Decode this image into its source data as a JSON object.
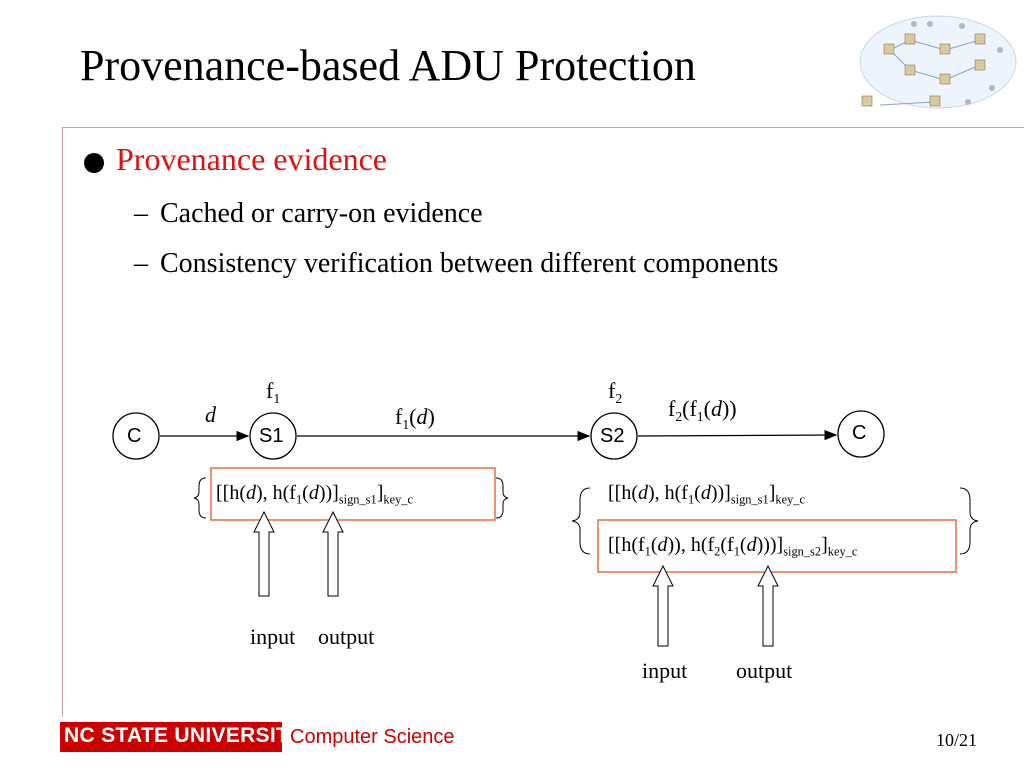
{
  "slide": {
    "title": "Provenance-based ADU Protection",
    "bullet": "Provenance evidence",
    "subbullets": [
      "Cached or carry-on evidence",
      "Consistency verification between different components"
    ]
  },
  "diagram": {
    "nodes": {
      "client_start": "C",
      "s1": "S1",
      "s2": "S2",
      "client_end": "C"
    },
    "function_labels": {
      "f1_base": "f",
      "f1_sub": "1",
      "f2_base": "f",
      "f2_sub": "2"
    },
    "edge_labels": {
      "d": "d",
      "f1d_pre": "f",
      "f1d_sub": "1",
      "f1d_open": "(",
      "f1d_var": "d",
      "f1d_close": ")",
      "f2f1d_f2": "f",
      "f2f1d_sub2": "2",
      "f2f1d_open1": "(f",
      "f2f1d_sub1": "1",
      "f2f1d_open2": "(",
      "f2f1d_var": "d",
      "f2f1d_close": "))"
    },
    "evidence_s1": {
      "a": "[[h(",
      "d1": "d",
      "b": "), h(f",
      "s1": "1",
      "c": "(",
      "d2": "d",
      "e": "))]",
      "sign": "sign_s1",
      "f": "]",
      "key": "key_c"
    },
    "evidence_s2_cached": {
      "a": "[[h(",
      "d1": "d",
      "b": "), h(f",
      "s1": "1",
      "c": "(",
      "d2": "d",
      "e": "))]",
      "sign": "sign_s1",
      "f": "]",
      "key": "key_c"
    },
    "evidence_s2": {
      "a": "[[h(f",
      "s1": "1",
      "b": "(",
      "d1": "d",
      "c": ")), h(f",
      "s2": "2",
      "e": "(f",
      "s3": "1",
      "g": "(",
      "d2": "d",
      "h": ")))]",
      "sign": "sign_s2",
      "i": "]",
      "key": "key_c"
    },
    "arrow_labels": {
      "s1_input": "input",
      "s1_output": "output",
      "s2_input": "input",
      "s2_output": "output"
    },
    "colors": {
      "evidence_box": "#e05a2a",
      "accent": "#e01010"
    }
  },
  "footer": {
    "logo": "NC STATE UNIVERSITY",
    "department": "Computer Science",
    "page": "10/21",
    "logo_color": "#cc0000"
  }
}
